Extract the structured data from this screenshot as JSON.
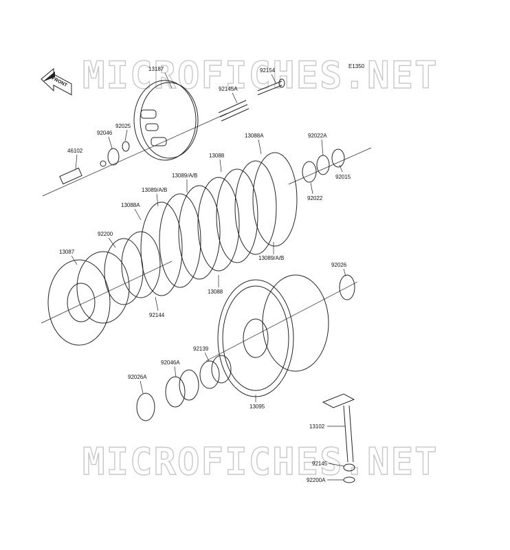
{
  "diagram": {
    "code": "E1350",
    "direction_tag": "FRONT",
    "watermark": "MICROFICHES.NET",
    "parts": [
      {
        "id": "p-13187",
        "label": "13187"
      },
      {
        "id": "p-92154",
        "label": "92154"
      },
      {
        "id": "p-92145a",
        "label": "92145A"
      },
      {
        "id": "p-92025",
        "label": "92025"
      },
      {
        "id": "p-92046",
        "label": "92046"
      },
      {
        "id": "p-46102",
        "label": "46102"
      },
      {
        "id": "p-13088a-top",
        "label": "13088A"
      },
      {
        "id": "p-92022a",
        "label": "92022A"
      },
      {
        "id": "p-13088-top",
        "label": "13088"
      },
      {
        "id": "p-13089-top",
        "label": "13089/A/B"
      },
      {
        "id": "p-13089-mid",
        "label": "13089/A/B"
      },
      {
        "id": "p-92015",
        "label": "92015"
      },
      {
        "id": "p-92022",
        "label": "92022"
      },
      {
        "id": "p-13088a-left",
        "label": "13088A"
      },
      {
        "id": "p-92200",
        "label": "92200"
      },
      {
        "id": "p-13087",
        "label": "13087"
      },
      {
        "id": "p-13089-bottom",
        "label": "13089/A/B"
      },
      {
        "id": "p-92026",
        "label": "92026"
      },
      {
        "id": "p-13088-bottom",
        "label": "13088"
      },
      {
        "id": "p-92144",
        "label": "92144"
      },
      {
        "id": "p-92139",
        "label": "92139"
      },
      {
        "id": "p-92046a",
        "label": "92046A"
      },
      {
        "id": "p-92026a",
        "label": "92026A"
      },
      {
        "id": "p-13095",
        "label": "13095"
      },
      {
        "id": "p-13102",
        "label": "13102"
      },
      {
        "id": "p-92145",
        "label": "92145"
      },
      {
        "id": "p-92200a",
        "label": "92200A"
      }
    ]
  }
}
